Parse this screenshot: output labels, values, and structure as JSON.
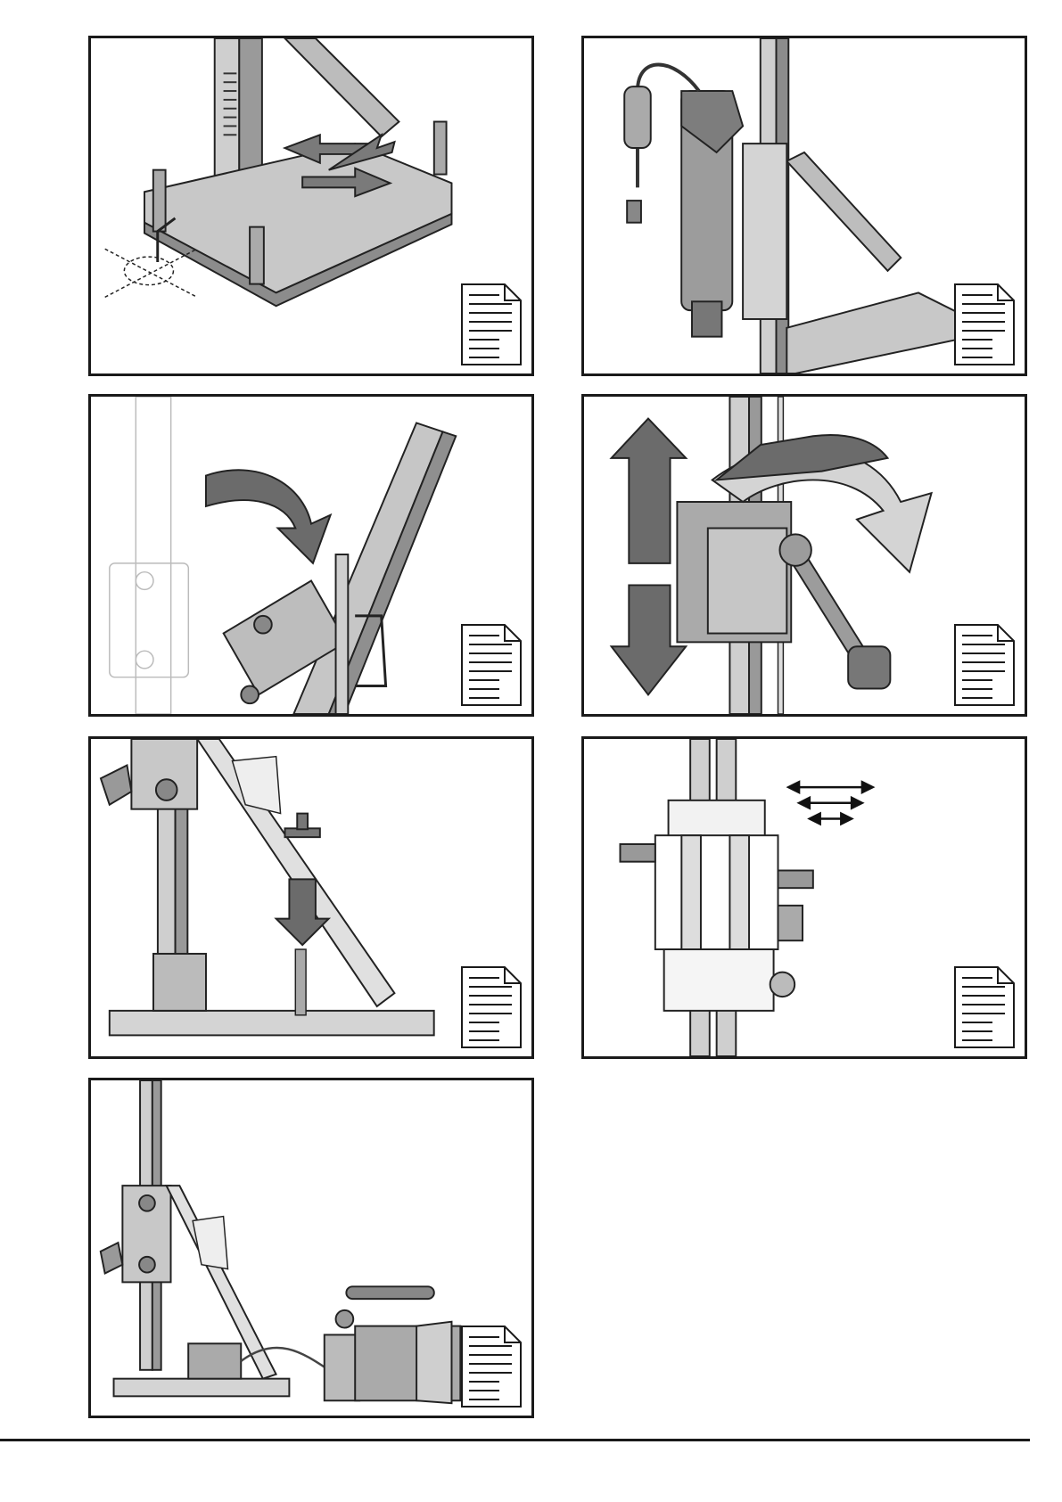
{
  "page": {
    "panels": [
      {
        "id": "base-leveling"
      },
      {
        "id": "drill-mounting"
      },
      {
        "id": "column-tilt"
      },
      {
        "id": "carriage-lever"
      },
      {
        "id": "vacuum-anchor"
      },
      {
        "id": "carriage-adjustment"
      },
      {
        "id": "vacuum-pump"
      }
    ],
    "icons": {
      "document": "document-page-icon",
      "arrow": "direction-arrow-icon"
    },
    "colors": {
      "frame": "#1a1a1a",
      "metal_light": "#cfcfcf",
      "metal_mid": "#9a9a9a",
      "arrow_dark": "#6b6b6b",
      "arrow_light": "#d4d4d4"
    }
  }
}
